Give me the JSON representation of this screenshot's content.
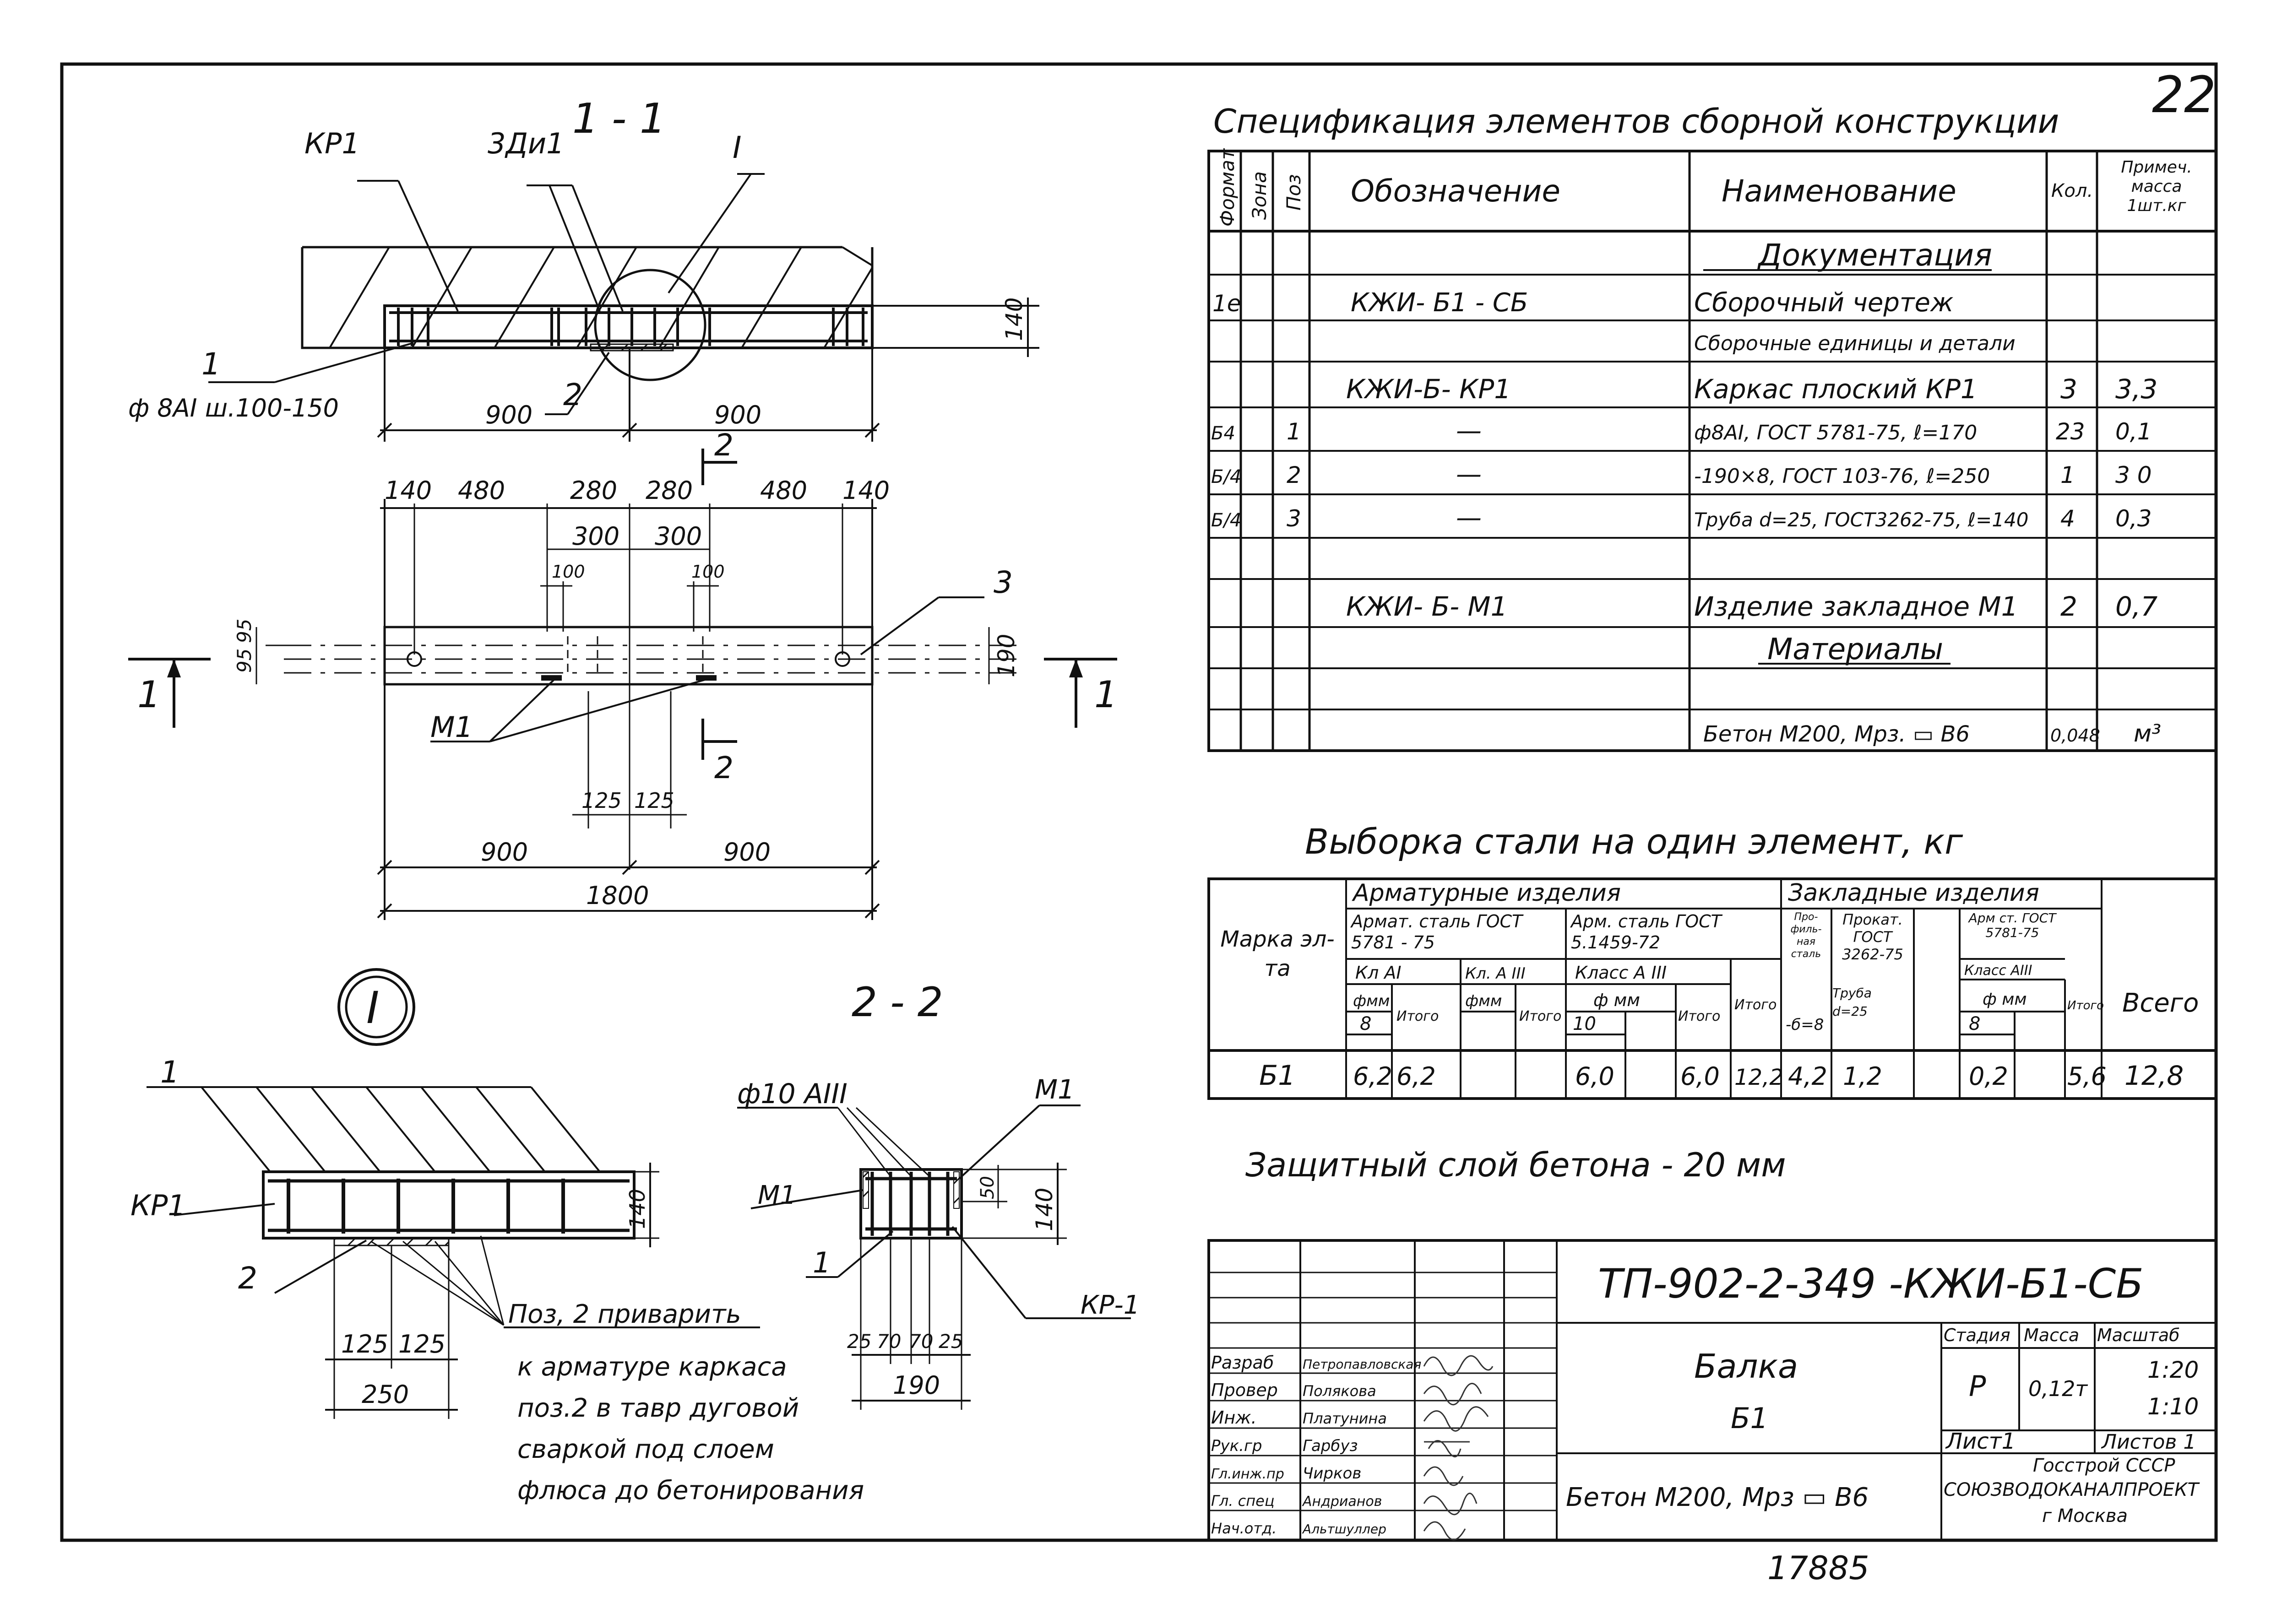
{
  "sheet": {
    "page_number": "22",
    "archive_number": "17885"
  },
  "drawing": {
    "section_11": "1 - 1",
    "section_22": "2 - 2",
    "node_label": "I",
    "s11": {
      "kr1": "КР1",
      "zdi1": "3Ди1",
      "node": "I",
      "pos1": "1",
      "pos2": "2",
      "rebar": "ф 8АI ш.100-150",
      "d900a": "900",
      "d900b": "900",
      "d140": "140"
    },
    "plan": {
      "t": [
        "140",
        "480",
        "280",
        "280",
        "480",
        "140"
      ],
      "t300a": "300",
      "t300b": "300",
      "t100a": "100",
      "t100b": "100",
      "pos3": "3",
      "m1": "M1",
      "cut2top": "2",
      "cut2bot": "2",
      "cut1l": "1",
      "cut1r": "1",
      "l95a": "95",
      "l95b": "95",
      "r190": "190",
      "d125a": "125",
      "d125b": "125",
      "d900a": "900",
      "d900b": "900",
      "d1800": "1800"
    },
    "node": {
      "pos1": "1",
      "kr1": "КР1",
      "pos2": "2",
      "d140": "140",
      "d125a": "125",
      "d125b": "125",
      "d250": "250",
      "note": [
        "Поз, 2 приварить",
        "к арматуре каркаса",
        "поз.2 в тавр дуговой",
        "сваркой под слоем",
        "флюса до бетонирования"
      ]
    },
    "s22": {
      "bar": "ф10 АIII",
      "m1l": "M1",
      "m1r": "M1",
      "pos1": "1",
      "kr1": "КР-1",
      "d50": "50",
      "d140": "140",
      "dims": [
        "25",
        "70",
        "70",
        "25"
      ],
      "d190": "190"
    }
  },
  "spec": {
    "title": "Спецификация элементов сборной конструкции",
    "headers": [
      "Формат",
      "Зона",
      "Поз",
      "Обозначение",
      "Наименование",
      "Кол.",
      "Примеч. масса 1шт.кг"
    ],
    "rows": [
      [
        "",
        "",
        "",
        "",
        "Документация",
        "",
        ""
      ],
      [
        "1е",
        "",
        "",
        "КЖИ- Б1 - СБ",
        "Сборочный чертеж",
        "",
        ""
      ],
      [
        "",
        "",
        "",
        "",
        "Сборочные единицы и детали",
        "",
        ""
      ],
      [
        "",
        "",
        "",
        "КЖИ-Б- КР1",
        "Каркас плоский КР1",
        "3",
        "3,3"
      ],
      [
        "Б4",
        "",
        "1",
        "—",
        "ф8АI, ГОСТ 5781-75, ℓ=170",
        "23",
        "0,1"
      ],
      [
        "Б/4",
        "",
        "2",
        "—",
        "-190×8, ГОСТ 103-76, ℓ=250",
        "1",
        "3 0"
      ],
      [
        "Б/4",
        "",
        "3",
        "—",
        "Труба d=25, ГОСТ3262-75, ℓ=140",
        "4",
        "0,3"
      ],
      [
        "",
        "",
        "",
        "",
        "",
        "",
        ""
      ],
      [
        "",
        "",
        "",
        "КЖИ- Б- М1",
        "Изделие закладное М1",
        "2",
        "0,7"
      ],
      [
        "",
        "",
        "",
        "",
        "Материалы",
        "",
        ""
      ],
      [
        "",
        "",
        "",
        "",
        "Бетон М200, Мрз. ▭ В6",
        "0,048",
        "м³"
      ]
    ]
  },
  "steel": {
    "title": "Выборка стали на один элемент, кг",
    "h": {
      "marka": "Марка эл-та",
      "arm": "Арматурные изделия",
      "zakl": "Закладные изделия",
      "a1": "Армат. сталь ГОСТ 5781 - 75",
      "a2": "Арм. сталь ГОСТ 5.1459-72",
      "k1": "Кл АI",
      "k2": "Кл. А III",
      "k3": "Класс А III",
      "fmm": "фмм",
      "fmm2": "фмм",
      "fmm3": "ф мм",
      "fmm4": "ф мм",
      "d8": "8",
      "d10": "10",
      "d8b": "8",
      "itogo": "Итого",
      "prof": "Про- филь- ная сталь",
      "prokat": "Прокат. ГОСТ 3262-75",
      "armst": "Арм ст. ГОСТ 5781-75",
      "klass3": "Класс АIII",
      "b8": "-б=8",
      "truba": "Труба d=25",
      "vsego": "Всего"
    },
    "row": {
      "marka": "Б1",
      "v1": "6,2",
      "v1t": "6,2",
      "v2": "6,0",
      "v2t": "6,0",
      "itogo": "12,2",
      "v3": "4,2",
      "v4": "1,2",
      "v5": "0,2",
      "itogo2": "5,6",
      "vsego": "12,8"
    }
  },
  "protective": "Защитный слой бетона - 20 мм",
  "stamp": {
    "code": "ТП-902-2-349 -КЖИ-Б1-СБ",
    "name": "Балка",
    "mark": "Б1",
    "material": "Бетон М200, Мрз ▭ В6",
    "hdr": {
      "stadia": "Стадия",
      "massa": "Масса",
      "masshtab": "Масштаб"
    },
    "vals": {
      "stadia": "Р",
      "massa": "0,12т",
      "m1": "1:20",
      "m2": "1:10"
    },
    "list": "Лист1",
    "listov": "Листов 1",
    "org1": "Госстрой СССР",
    "org2": "СОЮЗВОДОКАНАЛПРОЕКТ",
    "org3": "г Москва",
    "people": [
      [
        "Разраб",
        "Петропавловская"
      ],
      [
        "Провер",
        "Полякова"
      ],
      [
        "Инж.",
        "Платунина"
      ],
      [
        "Рук.гр",
        "Гарбуз"
      ],
      [
        "Гл.инж.пр",
        "Чирков"
      ],
      [
        "Гл. спец",
        "Андрианов"
      ],
      [
        "Нач.отд.",
        "Альтшуллер"
      ]
    ]
  }
}
